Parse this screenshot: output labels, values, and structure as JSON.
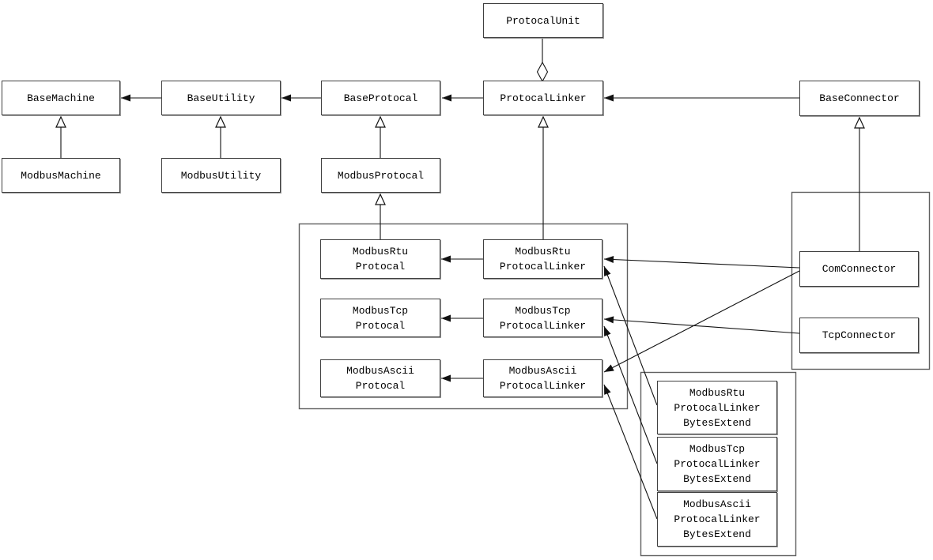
{
  "diagram": {
    "type": "uml-class-diagram",
    "background_color": "#ffffff",
    "line_color": "#111111",
    "box_fill": "#ffffff",
    "box_border_color": "#404040",
    "group_border_color": "#5f5f5f",
    "nodes": [
      {
        "id": "protocal-unit",
        "label": "ProtocalUnit"
      },
      {
        "id": "base-machine",
        "label": "BaseMachine"
      },
      {
        "id": "base-utility",
        "label": "BaseUtility"
      },
      {
        "id": "base-protocal",
        "label": "BaseProtocal"
      },
      {
        "id": "protocal-linker",
        "label": "ProtocalLinker"
      },
      {
        "id": "base-connector",
        "label": "BaseConnector"
      },
      {
        "id": "modbus-machine",
        "label": "ModbusMachine"
      },
      {
        "id": "modbus-utility",
        "label": "ModbusUtility"
      },
      {
        "id": "modbus-protocal",
        "label": "ModbusProtocal"
      },
      {
        "id": "modbus-rtu-protocal",
        "label": "ModbusRtu\nProtocal"
      },
      {
        "id": "modbus-rtu-protocal-linker",
        "label": "ModbusRtu\nProtocalLinker"
      },
      {
        "id": "modbus-tcp-protocal",
        "label": "ModbusTcp\nProtocal"
      },
      {
        "id": "modbus-tcp-protocal-linker",
        "label": "ModbusTcp\nProtocalLinker"
      },
      {
        "id": "modbus-ascii-protocal",
        "label": "ModbusAscii\nProtocal"
      },
      {
        "id": "modbus-ascii-protocal-linker",
        "label": "ModbusAscii\nProtocalLinker"
      },
      {
        "id": "com-connector",
        "label": "ComConnector"
      },
      {
        "id": "tcp-connector",
        "label": "TcpConnector"
      },
      {
        "id": "modbus-rtu-protocal-linker-bytes-extend",
        "label": "ModbusRtu\nProtocalLinker\nBytesExtend"
      },
      {
        "id": "modbus-tcp-protocal-linker-bytes-extend",
        "label": "ModbusTcp\nProtocalLinker\nBytesExtend"
      },
      {
        "id": "modbus-ascii-protocal-linker-bytes-extend",
        "label": "ModbusAscii\nProtocalLinker\nBytesExtend"
      }
    ],
    "groups": [
      {
        "id": "modbus-protocal-linker-group",
        "contains": [
          "modbus-rtu-protocal",
          "modbus-rtu-protocal-linker",
          "modbus-tcp-protocal",
          "modbus-tcp-protocal-linker",
          "modbus-ascii-protocal",
          "modbus-ascii-protocal-linker"
        ]
      },
      {
        "id": "connector-group",
        "contains": [
          "com-connector",
          "tcp-connector"
        ]
      },
      {
        "id": "bytes-extend-group",
        "contains": [
          "modbus-rtu-protocal-linker-bytes-extend",
          "modbus-tcp-protocal-linker-bytes-extend",
          "modbus-ascii-protocal-linker-bytes-extend"
        ]
      }
    ],
    "relationships": [
      {
        "type": "aggregation",
        "from": "protocal-linker",
        "to": "protocal-unit"
      },
      {
        "type": "arrow",
        "from": "base-utility",
        "to": "base-machine"
      },
      {
        "type": "arrow",
        "from": "base-protocal",
        "to": "base-utility"
      },
      {
        "type": "arrow",
        "from": "protocal-linker",
        "to": "base-protocal"
      },
      {
        "type": "arrow",
        "from": "base-connector",
        "to": "protocal-linker"
      },
      {
        "type": "inheritance",
        "from": "modbus-machine",
        "to": "base-machine"
      },
      {
        "type": "inheritance",
        "from": "modbus-utility",
        "to": "base-utility"
      },
      {
        "type": "inheritance",
        "from": "modbus-protocal",
        "to": "base-protocal"
      },
      {
        "type": "inheritance",
        "from": "modbus-rtu-protocal",
        "to": "modbus-protocal"
      },
      {
        "type": "inheritance",
        "from": "modbus-rtu-protocal-linker",
        "to": "protocal-linker"
      },
      {
        "type": "inheritance",
        "from": "com-connector",
        "to": "base-connector"
      },
      {
        "type": "arrow",
        "from": "modbus-rtu-protocal-linker",
        "to": "modbus-rtu-protocal"
      },
      {
        "type": "arrow",
        "from": "modbus-tcp-protocal-linker",
        "to": "modbus-tcp-protocal"
      },
      {
        "type": "arrow",
        "from": "modbus-ascii-protocal-linker",
        "to": "modbus-ascii-protocal"
      },
      {
        "type": "arrow",
        "from": "com-connector",
        "to": "modbus-rtu-protocal-linker"
      },
      {
        "type": "arrow",
        "from": "com-connector",
        "to": "modbus-ascii-protocal-linker"
      },
      {
        "type": "arrow",
        "from": "tcp-connector",
        "to": "modbus-tcp-protocal-linker"
      },
      {
        "type": "arrow",
        "from": "modbus-rtu-protocal-linker-bytes-extend",
        "to": "modbus-rtu-protocal-linker"
      },
      {
        "type": "arrow",
        "from": "modbus-tcp-protocal-linker-bytes-extend",
        "to": "modbus-tcp-protocal-linker"
      },
      {
        "type": "arrow",
        "from": "modbus-ascii-protocal-linker-bytes-extend",
        "to": "modbus-ascii-protocal-linker"
      }
    ]
  }
}
